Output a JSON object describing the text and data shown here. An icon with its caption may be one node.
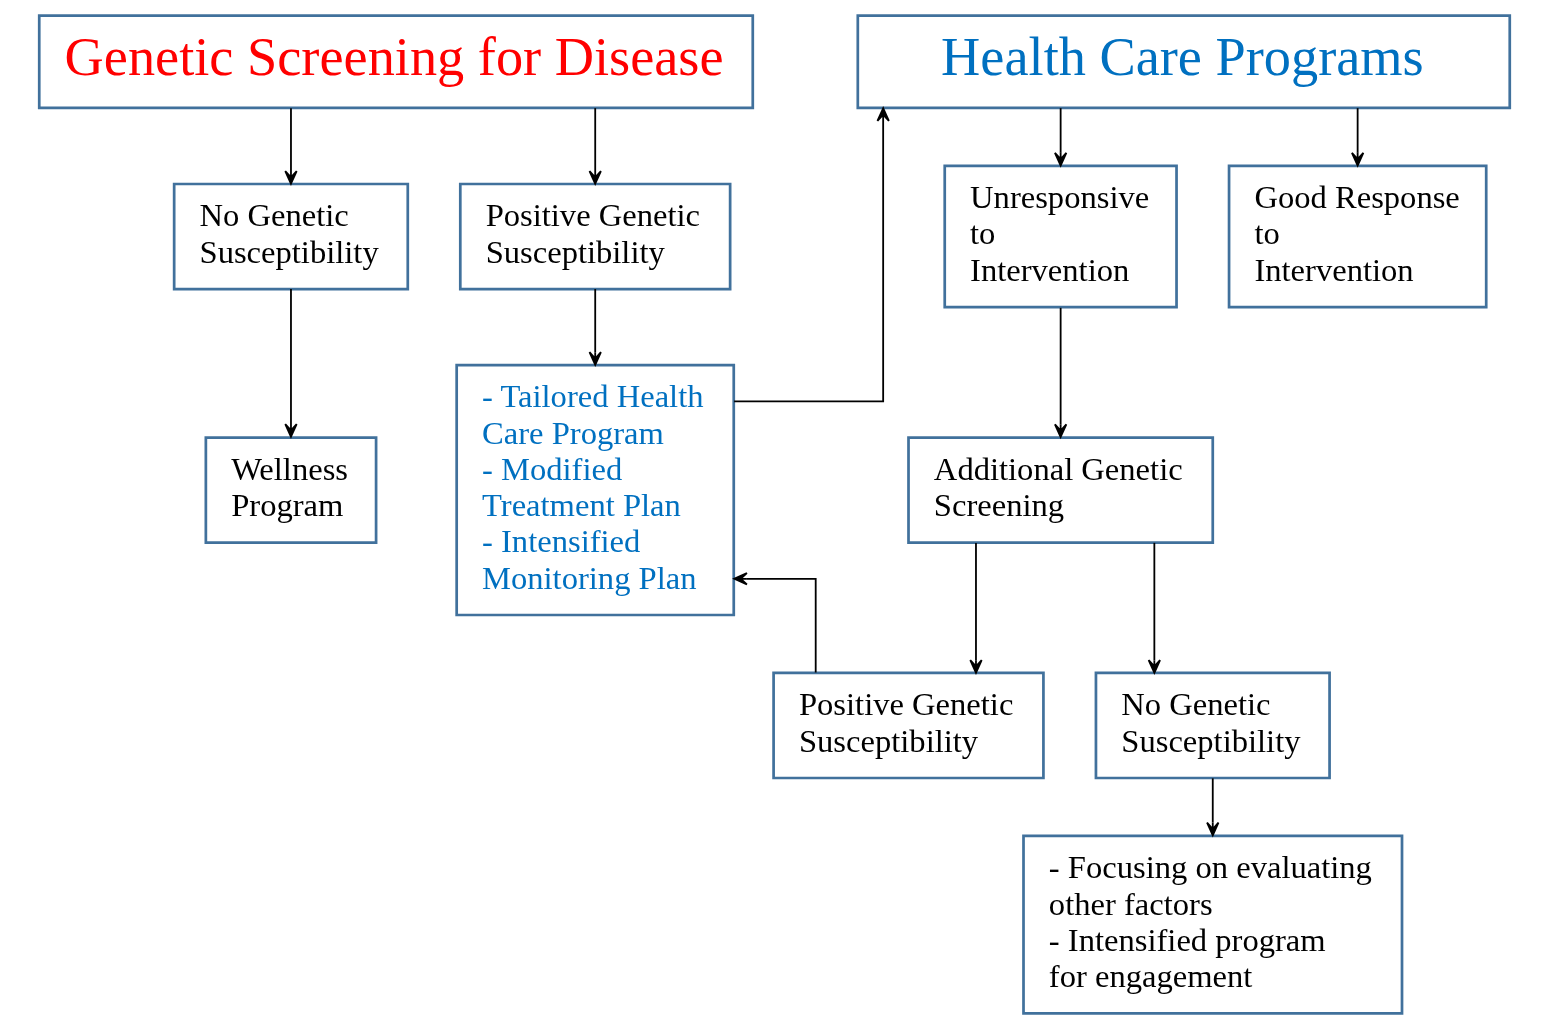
{
  "diagram": {
    "nodes": [
      {
        "text": [
          "Genetic Screening for Disease"
        ]
      },
      {
        "text": [
          "Health Care Programs"
        ]
      },
      {
        "text": [
          "No Genetic Susceptibility"
        ]
      },
      {
        "text": [
          "Positive Genetic Susceptibility"
        ]
      },
      {
        "text": [
          "Wellness Program"
        ]
      },
      {
        "text": [
          "- Tailored Health Care Program",
          "- Modified Treatment Plan",
          "- Intensified Monitoring Plan"
        ]
      },
      {
        "text": [
          "Unresponsive to Intervention"
        ]
      },
      {
        "text": [
          "Good Response to Intervention"
        ]
      },
      {
        "text": [
          "Additional Genetic Screening"
        ]
      },
      {
        "text": [
          "No Genetic Susceptibility"
        ]
      },
      {
        "text": [
          "Positive Genetic Susceptibility"
        ]
      },
      {
        "text": [
          "- Focusing on evaluating other factors",
          "- Intensified program for engagement"
        ]
      }
    ],
    "edges": [
      {
        "from": 0,
        "to": 2,
        "arrow": "to"
      },
      {
        "from": 0,
        "to": 3,
        "arrow": "to"
      },
      {
        "from": 2,
        "to": 4,
        "arrow": "to"
      },
      {
        "from": 3,
        "to": 5,
        "arrow": "to"
      },
      {
        "from": 5,
        "to": 1,
        "arrow": "to"
      },
      {
        "from": 1,
        "to": 6,
        "arrow": "to"
      },
      {
        "from": 1,
        "to": 7,
        "arrow": "to"
      },
      {
        "from": 6,
        "to": 8,
        "arrow": "to"
      },
      {
        "from": 8,
        "to": 9,
        "arrow": "to"
      },
      {
        "from": 8,
        "to": 10,
        "arrow": "to"
      },
      {
        "from": 9,
        "to": 11,
        "arrow": "to"
      },
      {
        "from": 10,
        "to": 5,
        "arrow": "to"
      }
    ]
  }
}
